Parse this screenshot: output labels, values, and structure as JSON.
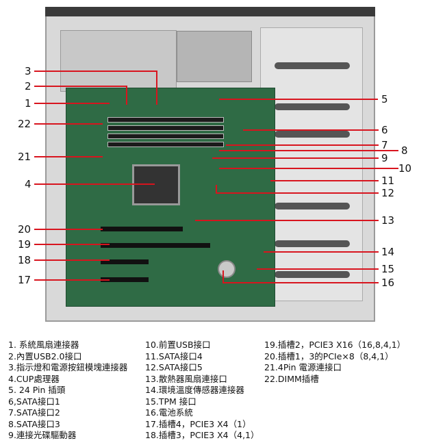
{
  "callouts": {
    "left": [
      "3",
      "2",
      "1",
      "22",
      "21",
      "4",
      "20",
      "19",
      "18",
      "17"
    ],
    "right": [
      "5",
      "6",
      "7",
      "8",
      "9",
      "10",
      "11",
      "12",
      "13",
      "14",
      "15",
      "16"
    ]
  },
  "legend": {
    "col1": [
      "1. 系統風扇連接器",
      "2.內置USB2.0接口",
      "3.指示燈和電源按鈕模塊連接器",
      "4.CUP處理器",
      "5. 24 Pin 插頭",
      "6,SATA接口1",
      "7.SATA接口2",
      "8.SATA接口3",
      "9.連接光碟驅動器"
    ],
    "col2": [
      "10.前置USB接口",
      "11.SATA接口4",
      "12.SATA接口5",
      "13.散熱器風扇連接口",
      "14.環境溫度傳感器連接器",
      "15.TPM 接口",
      "16.電池系統",
      "17.插槽4，PCIE3 X4（1）",
      "18.插槽3，PCIE3 X4（4,1）"
    ],
    "col3": [
      "19.插槽2，PCIE3 X16（16,8,4,1）",
      "20.插槽1，3的PCIe×8（8,4,1）",
      "21.4Pin 電源連接口",
      "22.DIMM插槽"
    ]
  },
  "colors": {
    "callout": "#d8141e",
    "board": "#2f6b45"
  }
}
